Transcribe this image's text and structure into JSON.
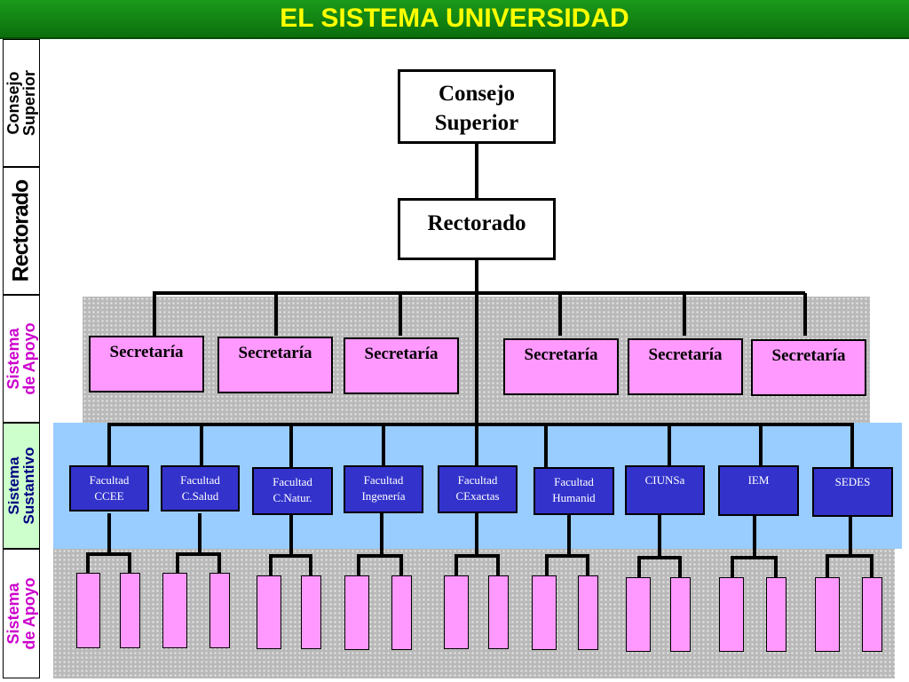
{
  "title": "EL SISTEMA UNIVERSIDAD",
  "side_labels": {
    "consejo": [
      "Consejo",
      "Superior"
    ],
    "rectorado": "Rectorado",
    "apoyo_top": [
      "Sistema",
      "de Apoyo"
    ],
    "sustantivo": [
      "Sistema",
      "Sustantivo"
    ],
    "apoyo_bottom": [
      "Sistema",
      "de Apoyo"
    ]
  },
  "consejo_superior": [
    "Consejo",
    "Superior"
  ],
  "rectorado": "Rectorado",
  "secretarias": [
    "Secretaría",
    "Secretaría",
    "Secretaría",
    "Secretaría",
    "Secretaría",
    "Secretaría"
  ],
  "facultades": [
    [
      "Facultad",
      "CCEE"
    ],
    [
      "Facultad",
      "C.Salud"
    ],
    [
      "Facultad",
      "C.Natur."
    ],
    [
      "Facultad",
      "Ingenería"
    ],
    [
      "Facultad",
      "CExactas"
    ],
    [
      "Facultad",
      "Humanid"
    ],
    [
      "CIUNSa"
    ],
    [
      "IEM"
    ],
    [
      "SEDES"
    ]
  ],
  "colors": {
    "title_bg": "#0b6f0b",
    "title_text": "#ffff00",
    "secretaria_fill": "#ff99ff",
    "facultad_fill": "#3333cc",
    "sustantivo_band": "#99ccff",
    "apoyo_band": "#b9b9b9",
    "apoyo_label": "#cc00cc",
    "sustantivo_label": "#000080"
  }
}
